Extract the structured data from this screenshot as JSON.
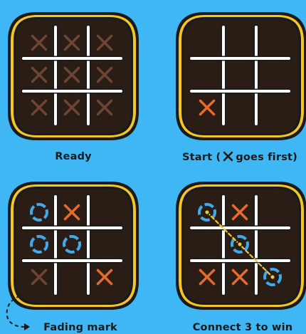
{
  "palette": {
    "background": "#3eb7f4",
    "frame": "#1a1a1a",
    "gold": "#f4c523",
    "board": "#2a1d16",
    "grid": "#ffffff",
    "x_active": "#e8692d",
    "x_faded": "#6e4434",
    "o_color": "#41a9ea",
    "win_line": "#f4c523"
  },
  "panels": [
    {
      "caption": "Ready",
      "cells": [
        "x-faded",
        "x-faded",
        "x-faded",
        "x-faded",
        "x-faded",
        "x-faded",
        "x-faded",
        "x-faded",
        "x-faded"
      ]
    },
    {
      "caption_prefix": "Start (",
      "caption_icon": "x-mark-icon",
      "caption_suffix": "goes first)",
      "cells": [
        "",
        "",
        "",
        "",
        "",
        "",
        "x",
        "",
        ""
      ]
    },
    {
      "caption": "Fading mark",
      "cells": [
        "o",
        "x",
        "",
        "o",
        "o",
        "",
        "x-faded",
        "",
        "x"
      ]
    },
    {
      "caption": "Connect 3 to win",
      "cells": [
        "o",
        "x",
        "",
        "",
        "o",
        "",
        "x",
        "x",
        "o"
      ],
      "win_line": [
        0,
        4,
        8
      ]
    }
  ]
}
